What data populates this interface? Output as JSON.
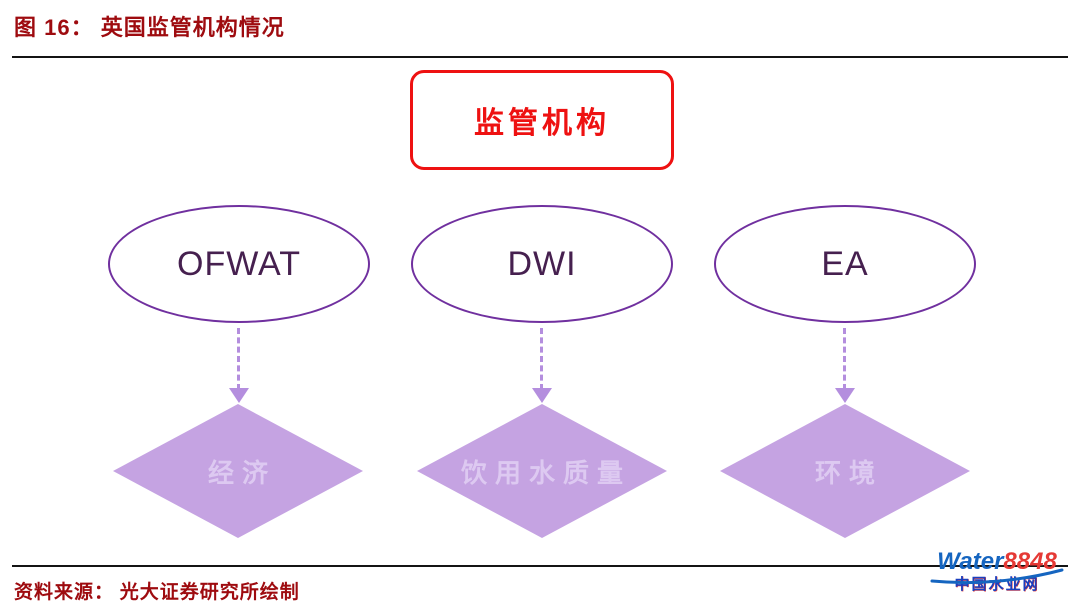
{
  "header": {
    "title": "图 16：  英国监管机构情况"
  },
  "diagram": {
    "root": {
      "label": "监管机构"
    },
    "agencies": [
      {
        "id": "ofwat",
        "label": "OFWAT",
        "domain": "经济"
      },
      {
        "id": "dwi",
        "label": "DWI",
        "domain": "饮用水质量"
      },
      {
        "id": "ea",
        "label": "EA",
        "domain": "环境"
      }
    ],
    "colors": {
      "title_text": "#9e0b0f",
      "root_border": "#ee1111",
      "root_text": "#ee1111",
      "ellipse_border": "#70309f",
      "ellipse_text": "#46204f",
      "arrow": "#b48ede",
      "diamond_fill": "#c5a3e2",
      "diamond_text": "#ddc9f1",
      "divider": "#141414"
    }
  },
  "footer": {
    "source": "资料来源： 光大证券研究所绘制"
  },
  "watermark": {
    "brand_water": "Water",
    "brand_number": "8848",
    "site": "中国水业网",
    "brand_color": "#1565c0",
    "number_color": "#e53935"
  }
}
